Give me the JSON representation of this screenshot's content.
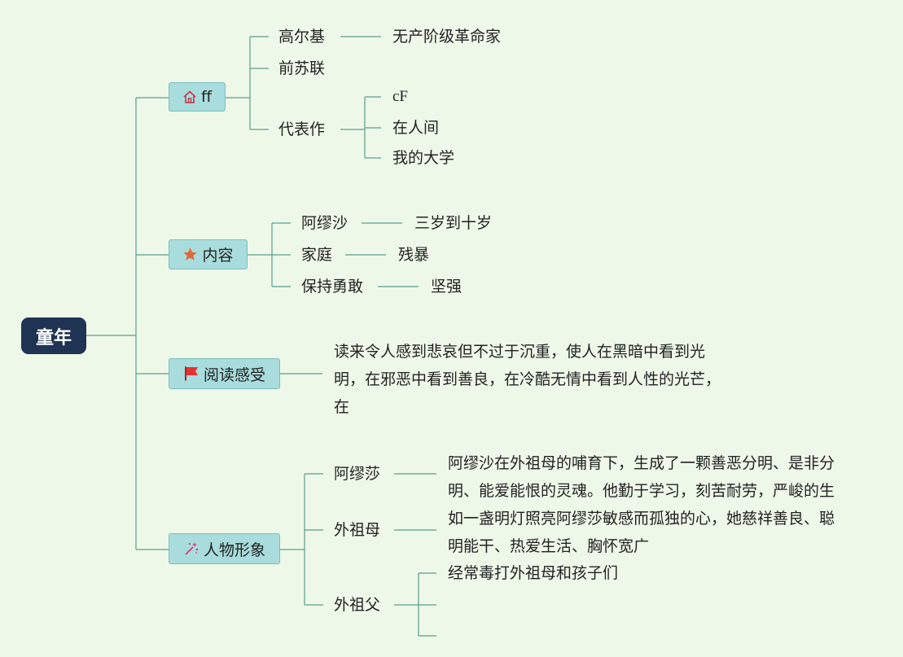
{
  "colors": {
    "background": "#eef8e9",
    "root": "#1f3352",
    "branch_fill": "#a9dcdc",
    "line": "#5a9e8a"
  },
  "root": {
    "label": "童年"
  },
  "branches": {
    "author": {
      "label": "ff",
      "icon": "house-icon",
      "children": {
        "gorky": {
          "label": "高尔基",
          "detail": "无产阶级革命家"
        },
        "ussr": {
          "label": "前苏联"
        },
        "works": {
          "label": "代表作",
          "items": [
            "cF",
            "在人间",
            "我的大学"
          ]
        }
      }
    },
    "content": {
      "label": "内容",
      "icon": "star-icon",
      "children": {
        "alyosha": {
          "label": "阿缪沙",
          "detail": "三岁到十岁"
        },
        "family": {
          "label": "家庭",
          "detail": "残暴"
        },
        "brave": {
          "label": "保持勇敢",
          "detail": "坚强"
        }
      }
    },
    "reading": {
      "label": "阅读感受",
      "icon": "flag-icon",
      "text_lines": [
        "读来令人感到悲哀但不过于沉重，使人在黑暗中看到光",
        "明，在邪恶中看到善良，在冷酷无情中看到人性的光芒，",
        "在"
      ]
    },
    "characters": {
      "label": "人物形象",
      "icon": "sparkle-wand-icon",
      "children": {
        "alyosha": {
          "label": "阿缪莎",
          "lines": [
            "阿缪沙在外祖母的哺育下，生成了一颗善恶分明、是非分",
            "明、能爱能恨的灵魂。他勤于学习，刻苦耐劳，严峻的生"
          ]
        },
        "grandmother": {
          "label": "外祖母",
          "lines": [
            "如一盏明灯照亮阿缪莎敏感而孤独的心，她慈祥善良、聪",
            "明能干、热爱生活、胸怀宽广"
          ]
        },
        "grandfather": {
          "label": "外祖父",
          "items": [
            "经常毒打外祖母和孩子们"
          ]
        }
      }
    }
  }
}
